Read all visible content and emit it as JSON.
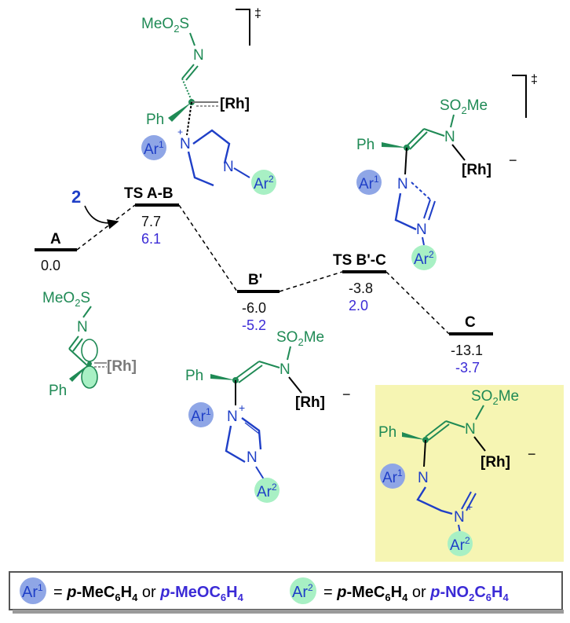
{
  "reagent": "2",
  "rh": "[Rh]",
  "minus": "−",
  "dagger": "‡",
  "plus": "+",
  "phenyl": "Ph",
  "n": "N",
  "s": "S",
  "meo2s_main": "MeO",
  "meo2s_sub": "2",
  "so2me_main1": "SO",
  "so2me_sub": "2",
  "so2me_main2": "Me",
  "ar": "Ar",
  "ar1_sup": "1",
  "ar2_sup": "2",
  "levels": [
    {
      "label": "A",
      "e1": "0.0",
      "e2": ""
    },
    {
      "label": "TS A-B",
      "e1": "7.7",
      "e2": "6.1"
    },
    {
      "label": "B'",
      "e1": "-6.0",
      "e2": "-5.2"
    },
    {
      "label": "TS B'-C",
      "e1": "-3.8",
      "e2": "2.0"
    },
    {
      "label": "C",
      "e1": "-13.1",
      "e2": "-3.7"
    }
  ],
  "legend": {
    "eq": "=",
    "or": "or",
    "p": "p",
    "dash": "-",
    "me_c": "MeC",
    "meo_c": "MeOC",
    "no2_c": "NO",
    "no2_sub": "2",
    "c_part": "C",
    "six": "6",
    "h_part": "H",
    "four": "4"
  },
  "colors": {
    "green": "#1f8a55",
    "blue": "#1f3fc7",
    "purple": "#3b2bd6",
    "ar1_circle": "#8fa6e6",
    "ar2_circle": "#a8f0c4",
    "highlight": "#f6f5b3"
  }
}
